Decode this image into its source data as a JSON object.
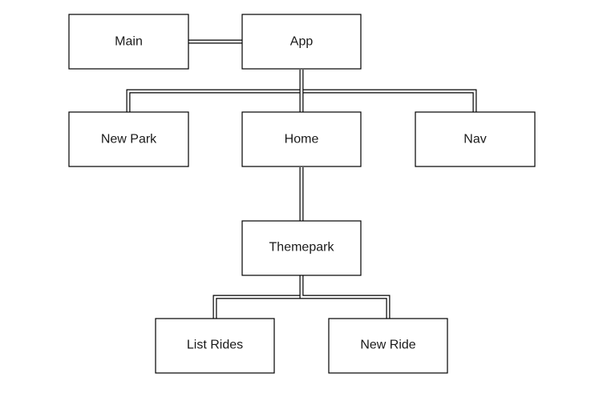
{
  "diagram": {
    "type": "tree",
    "nodes": {
      "main": "Main",
      "app": "App",
      "new_park": "New Park",
      "home": "Home",
      "nav": "Nav",
      "themepark": "Themepark",
      "list_rides": "List Rides",
      "new_ride": "New Ride"
    },
    "edges": [
      [
        "main",
        "app"
      ],
      [
        "app",
        "new_park"
      ],
      [
        "app",
        "home"
      ],
      [
        "app",
        "nav"
      ],
      [
        "home",
        "themepark"
      ],
      [
        "themepark",
        "list_rides"
      ],
      [
        "themepark",
        "new_ride"
      ]
    ],
    "colors": {
      "box_fill": "#ffffff",
      "box_stroke": "#000000",
      "text": "#1a1a1a",
      "connector": "#000000"
    }
  }
}
